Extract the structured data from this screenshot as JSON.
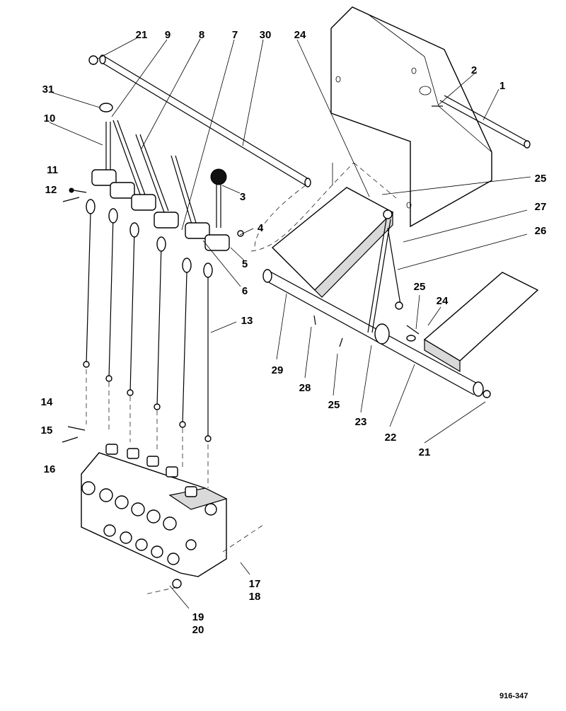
{
  "figure_id": "916-347",
  "callouts": {
    "c1": "1",
    "c2": "2",
    "c3": "3",
    "c4": "4",
    "c5": "5",
    "c6": "6",
    "c7": "7",
    "c8": "8",
    "c9": "9",
    "c10": "10",
    "c11": "11",
    "c12": "12",
    "c13": "13",
    "c14": "14",
    "c15": "15",
    "c16": "16",
    "c17": "17",
    "c18": "18",
    "c19": "19",
    "c20": "20",
    "c21a": "21",
    "c21b": "21",
    "c22": "22",
    "c23": "23",
    "c24a": "24",
    "c24b": "24",
    "c25a": "25",
    "c25b": "25",
    "c25c": "25",
    "c26": "26",
    "c27": "27",
    "c28": "28",
    "c29": "29",
    "c30": "30",
    "c31": "31"
  }
}
